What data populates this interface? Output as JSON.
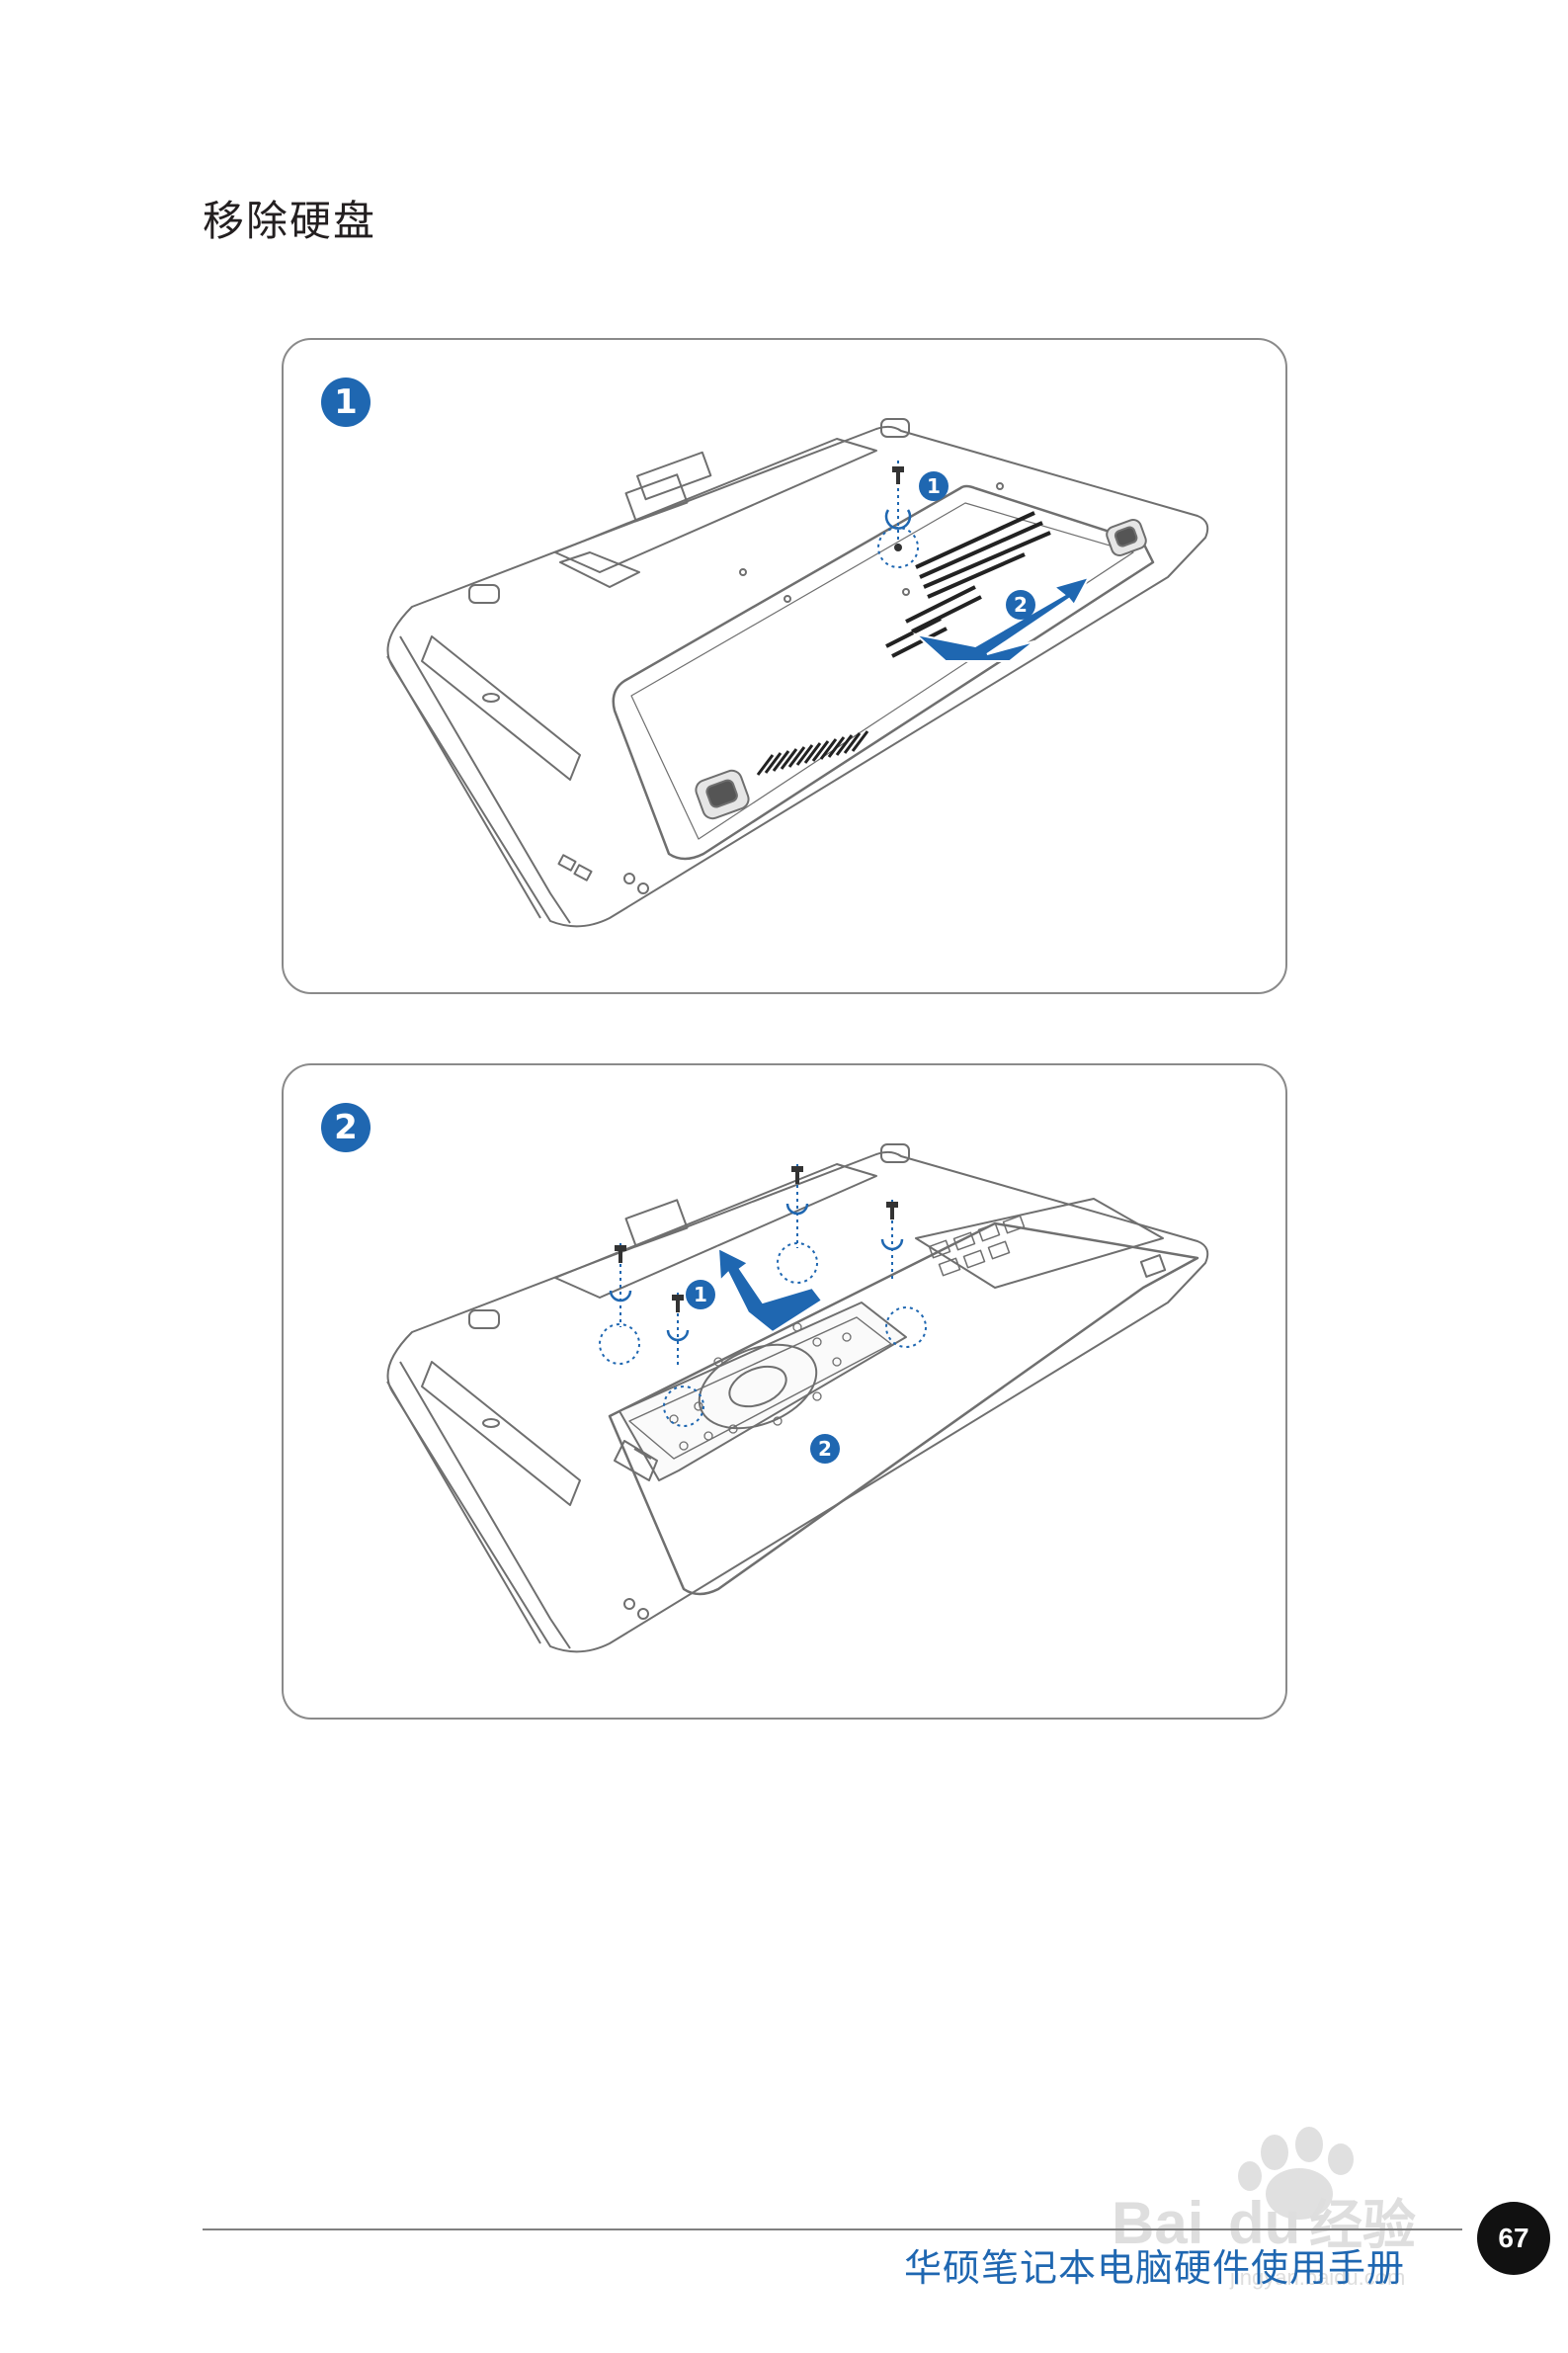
{
  "section": {
    "title": "移除硬盘"
  },
  "panels": [
    {
      "step": "1",
      "callouts": [
        "1",
        "2"
      ]
    },
    {
      "step": "2",
      "callouts": [
        "1",
        "2"
      ]
    }
  ],
  "footer": {
    "title": "华硕笔记本电脑硬件使用手册",
    "page_number": "67"
  },
  "watermark": {
    "brand": "Bai",
    "brand_suffix": "du",
    "site": "经验",
    "url": "jingyan.baidu.com"
  },
  "colors": {
    "accent": "#1f67b1",
    "line": "#6f6f6f",
    "panel_border": "#8a8a8a"
  }
}
